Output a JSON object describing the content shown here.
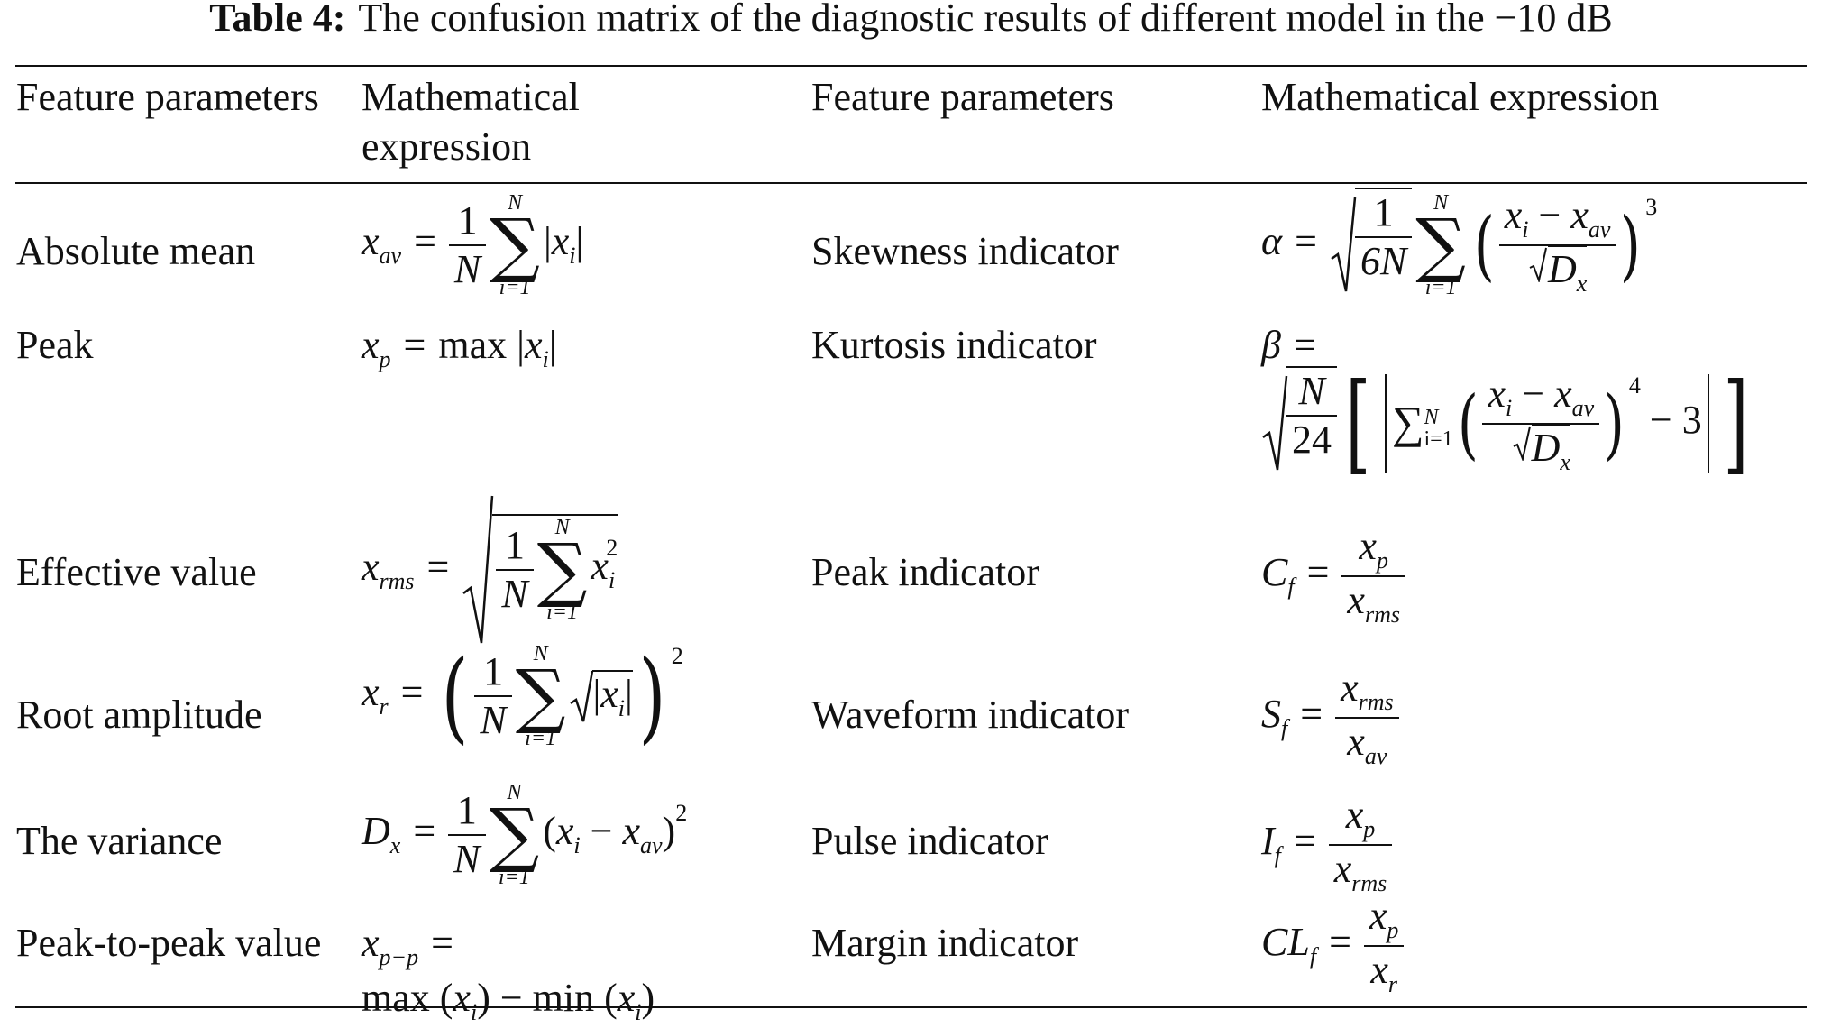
{
  "caption": {
    "label": "Table 4:",
    "text": "The confusion matrix of the diagnostic results of different model in the −10 dB"
  },
  "headers": {
    "col1": "Feature parameters",
    "col2": "Mathematical expression",
    "col3": "Feature parameters",
    "col4": "Mathematical expression"
  },
  "rows": [
    {
      "left": "Absolute mean",
      "right": "Skewness indicator"
    },
    {
      "left": "Peak",
      "right": "Kurtosis indicator"
    },
    {
      "left": "Effective value",
      "right": "Peak indicator"
    },
    {
      "left": "Root amplitude",
      "right": "Waveform indicator"
    },
    {
      "left": "The variance",
      "right": "Pulse indicator"
    },
    {
      "left": "Peak-to-peak value",
      "right": "Margin indicator"
    }
  ],
  "math": {
    "x": "x",
    "sum": "∑",
    "upper": "N",
    "lower": "i=1",
    "one": "1",
    "max": "max",
    "min": "min",
    "three": "3",
    "six_n": "6N",
    "n": "N",
    "twentyfour": "24",
    "two": "2",
    "four": "4",
    "minus3": "− 3",
    "equals": "=",
    "alpha": "α",
    "beta": "β",
    "D": "D",
    "C": "C",
    "S": "S",
    "I": "I",
    "CL": "CL",
    "sub_av": "av",
    "sub_p": "p",
    "sub_i": "i",
    "sub_rms": "rms",
    "sub_r": "r",
    "sub_x": "x",
    "sub_f": "f",
    "sub_pp": "p−p"
  }
}
